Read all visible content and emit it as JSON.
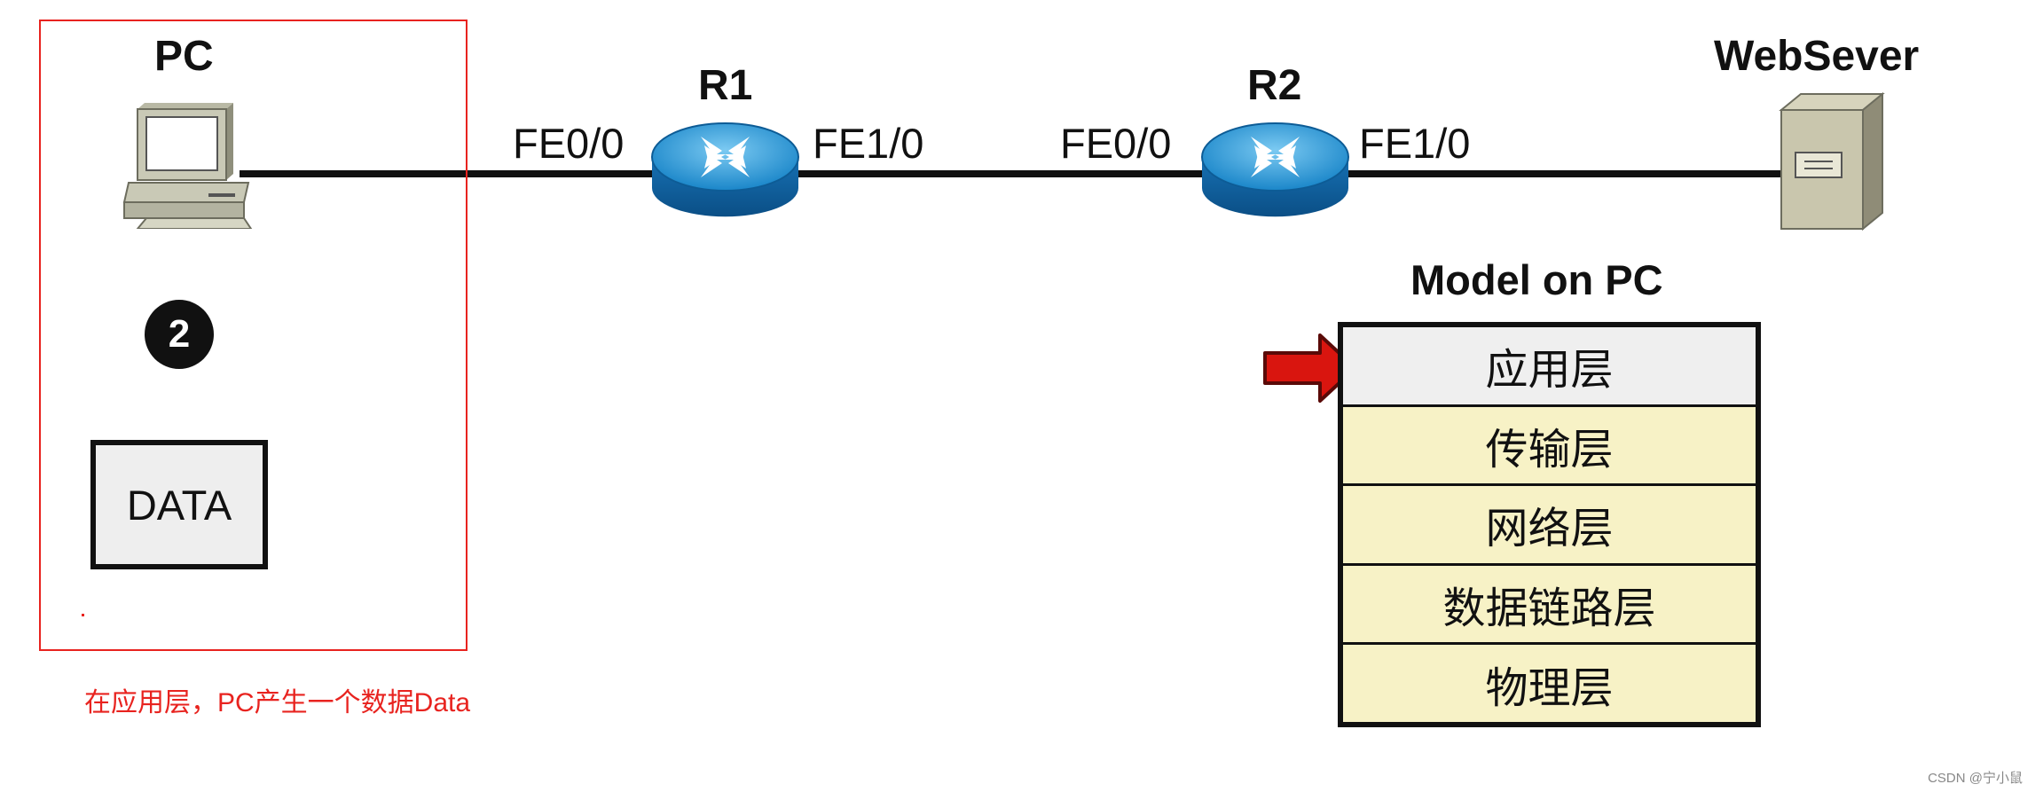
{
  "nodes": {
    "pc": "PC",
    "r1": "R1",
    "r2": "R2",
    "server": "WebSever"
  },
  "ports": {
    "r1_left": "FE0/0",
    "r1_right": "FE1/0",
    "r2_left": "FE0/0",
    "r2_right": "FE1/0"
  },
  "step": "2",
  "data_box": "DATA",
  "caption": "在应用层，PC产生一个数据Data",
  "model": {
    "title": "Model on PC",
    "layers": [
      "应用层",
      "传输层",
      "网络层",
      "数据链路层",
      "物理层"
    ],
    "active_index": 0
  },
  "watermark": "CSDN @宁小鼠",
  "colors": {
    "annotation_red": "#e8231f",
    "layer_fill": "#f7f2c6",
    "active_layer_fill": "#efefef",
    "router_blue": "#1a86c9",
    "arrow_red": "#d9150f"
  }
}
